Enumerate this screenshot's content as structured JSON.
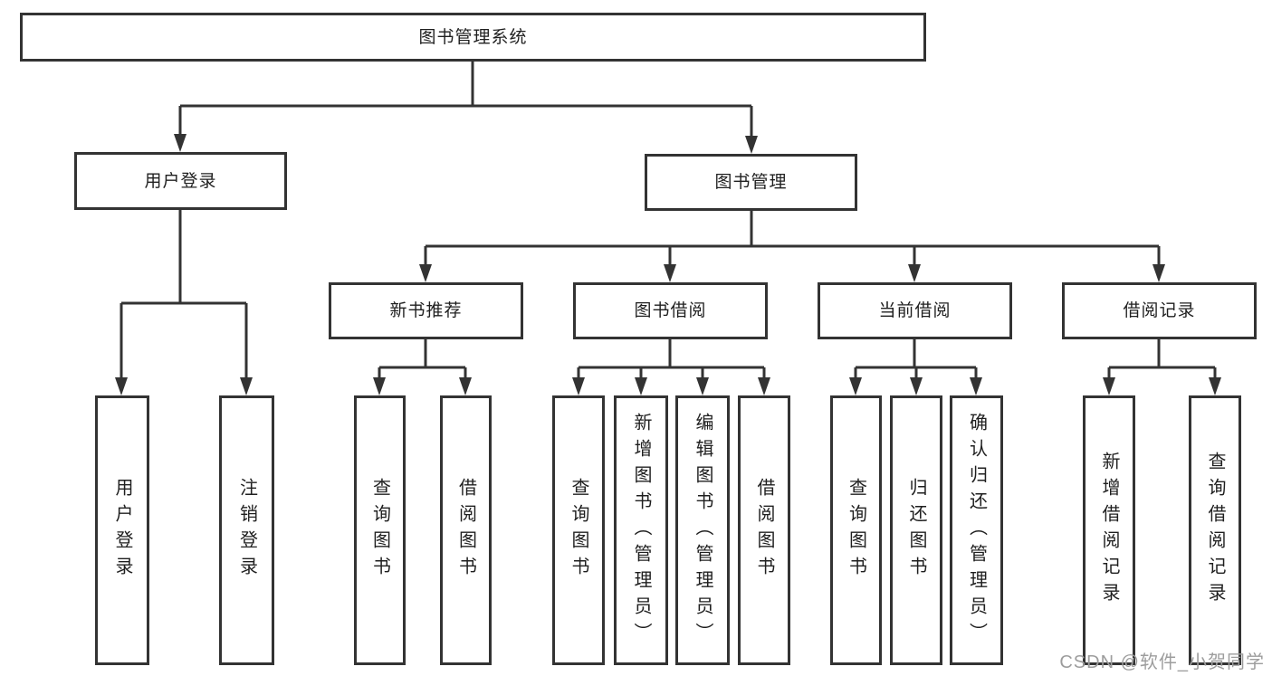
{
  "diagram": {
    "title_node": "图书管理系统",
    "nodes": {
      "root": "图书管理系统",
      "user_login": "用户登录",
      "book_mgmt": "图书管理",
      "new_book_rec": "新书推荐",
      "book_borrow": "图书借阅",
      "current_borrow": "当前借阅",
      "borrow_record": "借阅记录",
      "leaf_user_login": "用户登录",
      "leaf_logout": "注销登录",
      "rec_query_books": "查询图书",
      "rec_borrow_books": "借阅图书",
      "bb_query_books": "查询图书",
      "bb_add_books": "新增图书（管理员）",
      "bb_edit_books": "编辑图书（管理员）",
      "bb_borrow_books": "借阅图书",
      "cb_query_books": "查询图书",
      "cb_return_books": "归还图书",
      "cb_confirm_return": "确认归还（管理员）",
      "br_add_record": "新增借阅记录",
      "br_query_record": "查询借阅记录"
    },
    "line_color": "#333333"
  },
  "watermark": {
    "text": "CSDN @软件_小贺同学",
    "color": "#9d9d9d"
  }
}
